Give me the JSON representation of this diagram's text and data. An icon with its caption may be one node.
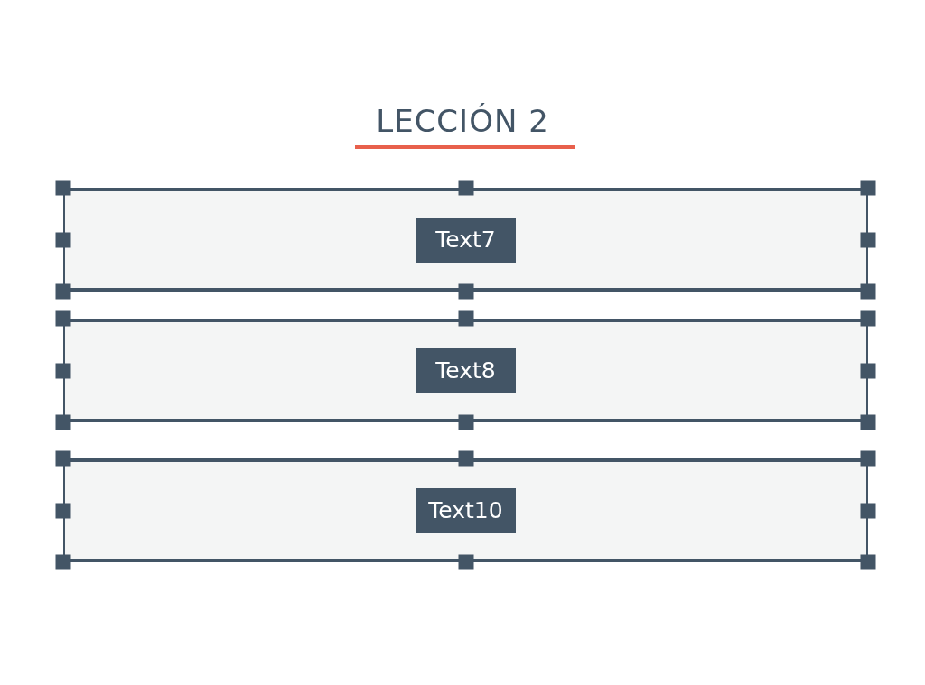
{
  "diagram": {
    "title": "LECCIÓN 2",
    "nodes": [
      {
        "text": [
          "Text7"
        ]
      },
      {
        "text": [
          "Text8"
        ]
      },
      {
        "text": [
          "Text10"
        ]
      }
    ]
  }
}
